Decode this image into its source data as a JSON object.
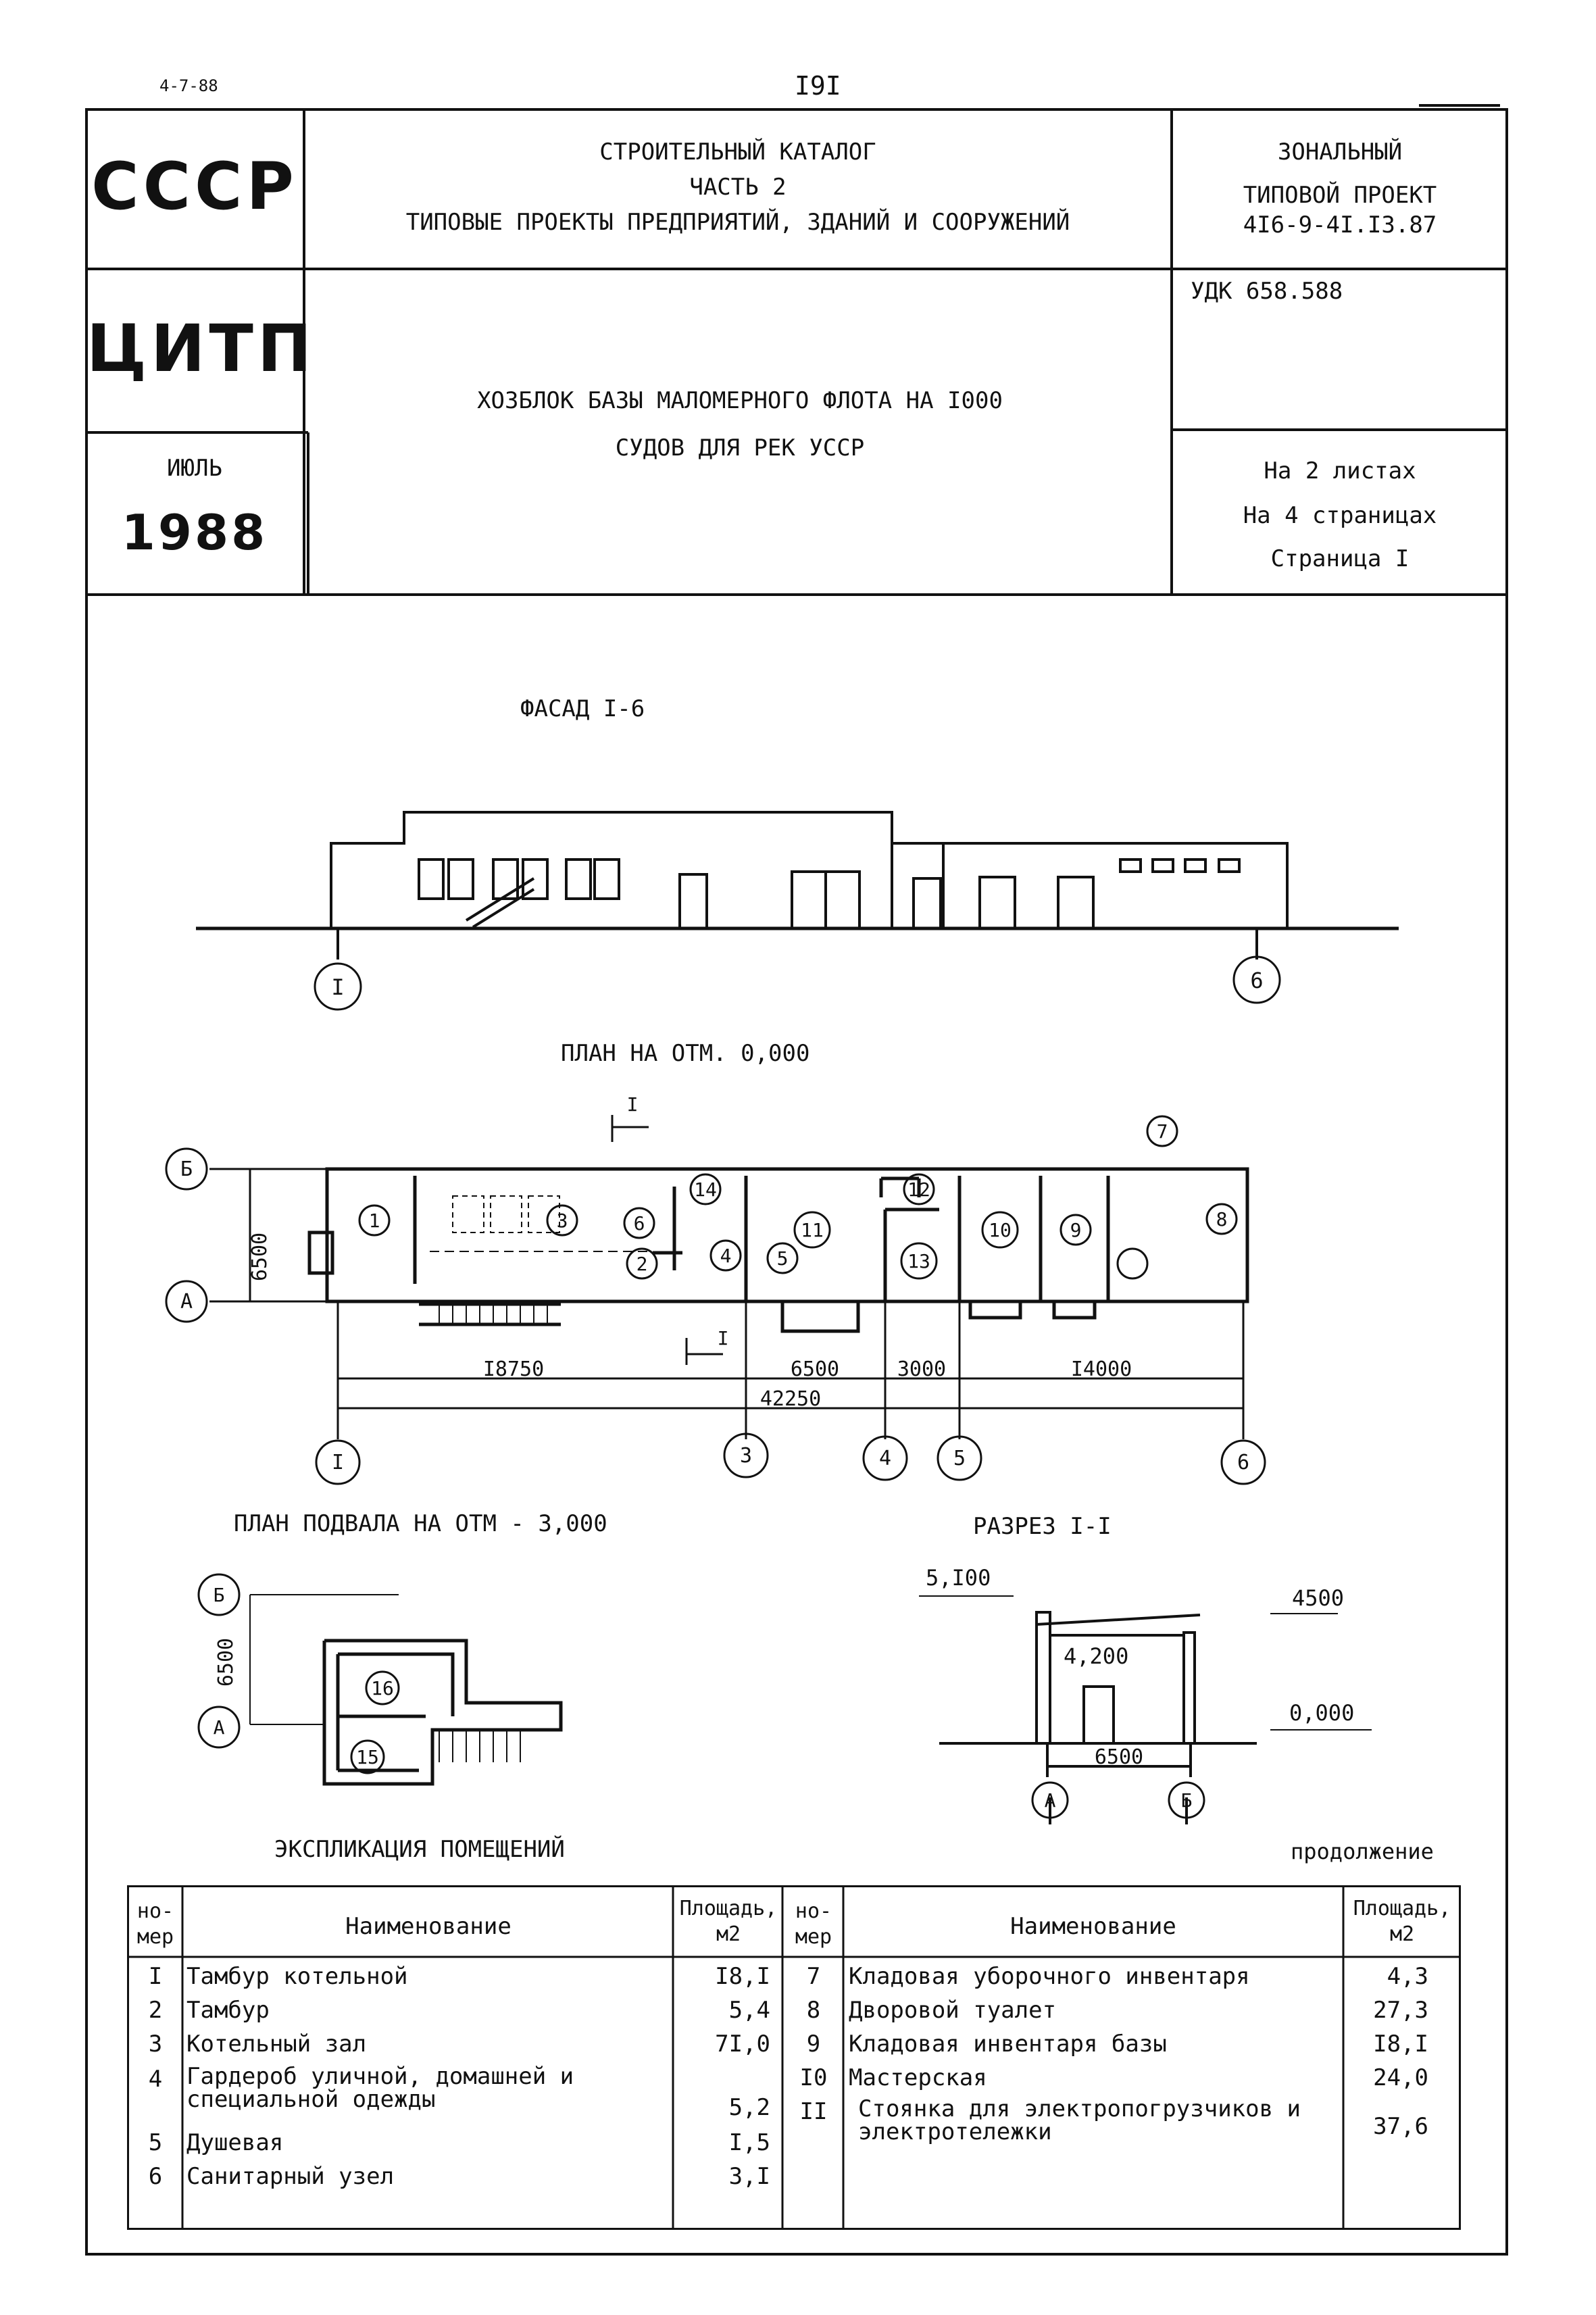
{
  "top": {
    "code": "4-7-88",
    "page_number": "I9I"
  },
  "header": {
    "left_top": "СССР",
    "left_mid": "ЦИТП",
    "month": "ИЮЛЬ",
    "year": "1988",
    "catalog_line1": "СТРОИТЕЛЬНЫЙ КАТАЛОГ",
    "catalog_line2": "ЧАСТЬ 2",
    "catalog_line3": "ТИПОВЫЕ ПРОЕКТЫ ПРЕДПРИЯТИЙ, ЗДАНИЙ И СООРУЖЕНИЙ",
    "project_line1": "ЗОНАЛЬНЫЙ",
    "project_line2": "ТИПОВОЙ ПРОЕКТ",
    "project_line3": "4I6-9-4I.I3.87",
    "udk": "УДК 658.588",
    "title_line1": "ХОЗБЛОК БАЗЫ МАЛОМЕРНОГО ФЛОТА НА I000",
    "title_line2": "СУДОВ ДЛЯ РЕК УССР",
    "sheets": "На 2 листах",
    "pages": "На 4 страницах",
    "current_page": "Страница I"
  },
  "drawings": {
    "facade_title": "ФАСАД I-6",
    "plan_title": "ПЛАН НА ОТМ. 0,000",
    "basement_title": "ПЛАН ПОДВАЛА НА ОТМ - 3,000",
    "section_title": "РАЗРЕЗ I-I",
    "axis_1": "I",
    "axis_3": "3",
    "axis_4": "4",
    "axis_5": "5",
    "axis_6": "6",
    "axis_A": "А",
    "axis_B": "Б",
    "dim_6500": "6500",
    "dim_18750": "I8750",
    "dim_3000": "3000",
    "dim_14000": "I4000",
    "dim_42250": "42250",
    "mark_5100": "5,I00",
    "mark_4500": "4500",
    "mark_4200": "4,200",
    "mark_0000": "0,000",
    "section_mark": "I",
    "rooms": [
      "1",
      "2",
      "3",
      "4",
      "5",
      "6",
      "8",
      "9",
      "10",
      "11",
      "12",
      "13",
      "14",
      "15",
      "16",
      "7"
    ]
  },
  "explication": {
    "title": "ЭКСПЛИКАЦИЯ ПОМЕЩЕНИЙ",
    "continuation": "продолжение",
    "col_number": "но-\nмер",
    "col_name": "Наименование",
    "col_area": "Площадь,\nм2",
    "left_rows": [
      {
        "n": "I",
        "name": "Тамбур котельной",
        "area": "I8,I"
      },
      {
        "n": "2",
        "name": "Тамбур",
        "area": "5,4"
      },
      {
        "n": "3",
        "name": "Котельный зал",
        "area": "7I,0"
      },
      {
        "n": "4",
        "name": "Гардероб уличной, домашней и специальной одежды",
        "area": "5,2"
      },
      {
        "n": "5",
        "name": "Душевая",
        "area": "I,5"
      },
      {
        "n": "6",
        "name": "Санитарный узел",
        "area": "3,I"
      }
    ],
    "right_rows": [
      {
        "n": "7",
        "name": "Кладовая уборочного инвентаря",
        "area": "4,3"
      },
      {
        "n": "8",
        "name": "Дворовой туалет",
        "area": "27,3"
      },
      {
        "n": "9",
        "name": "Кладовая инвентаря базы",
        "area": "I8,I"
      },
      {
        "n": "I0",
        "name": "Мастерская",
        "area": "24,0"
      },
      {
        "n": "II",
        "name": "Стоянка для электропогрузчиков и электротележки",
        "area": "37,6"
      }
    ]
  }
}
